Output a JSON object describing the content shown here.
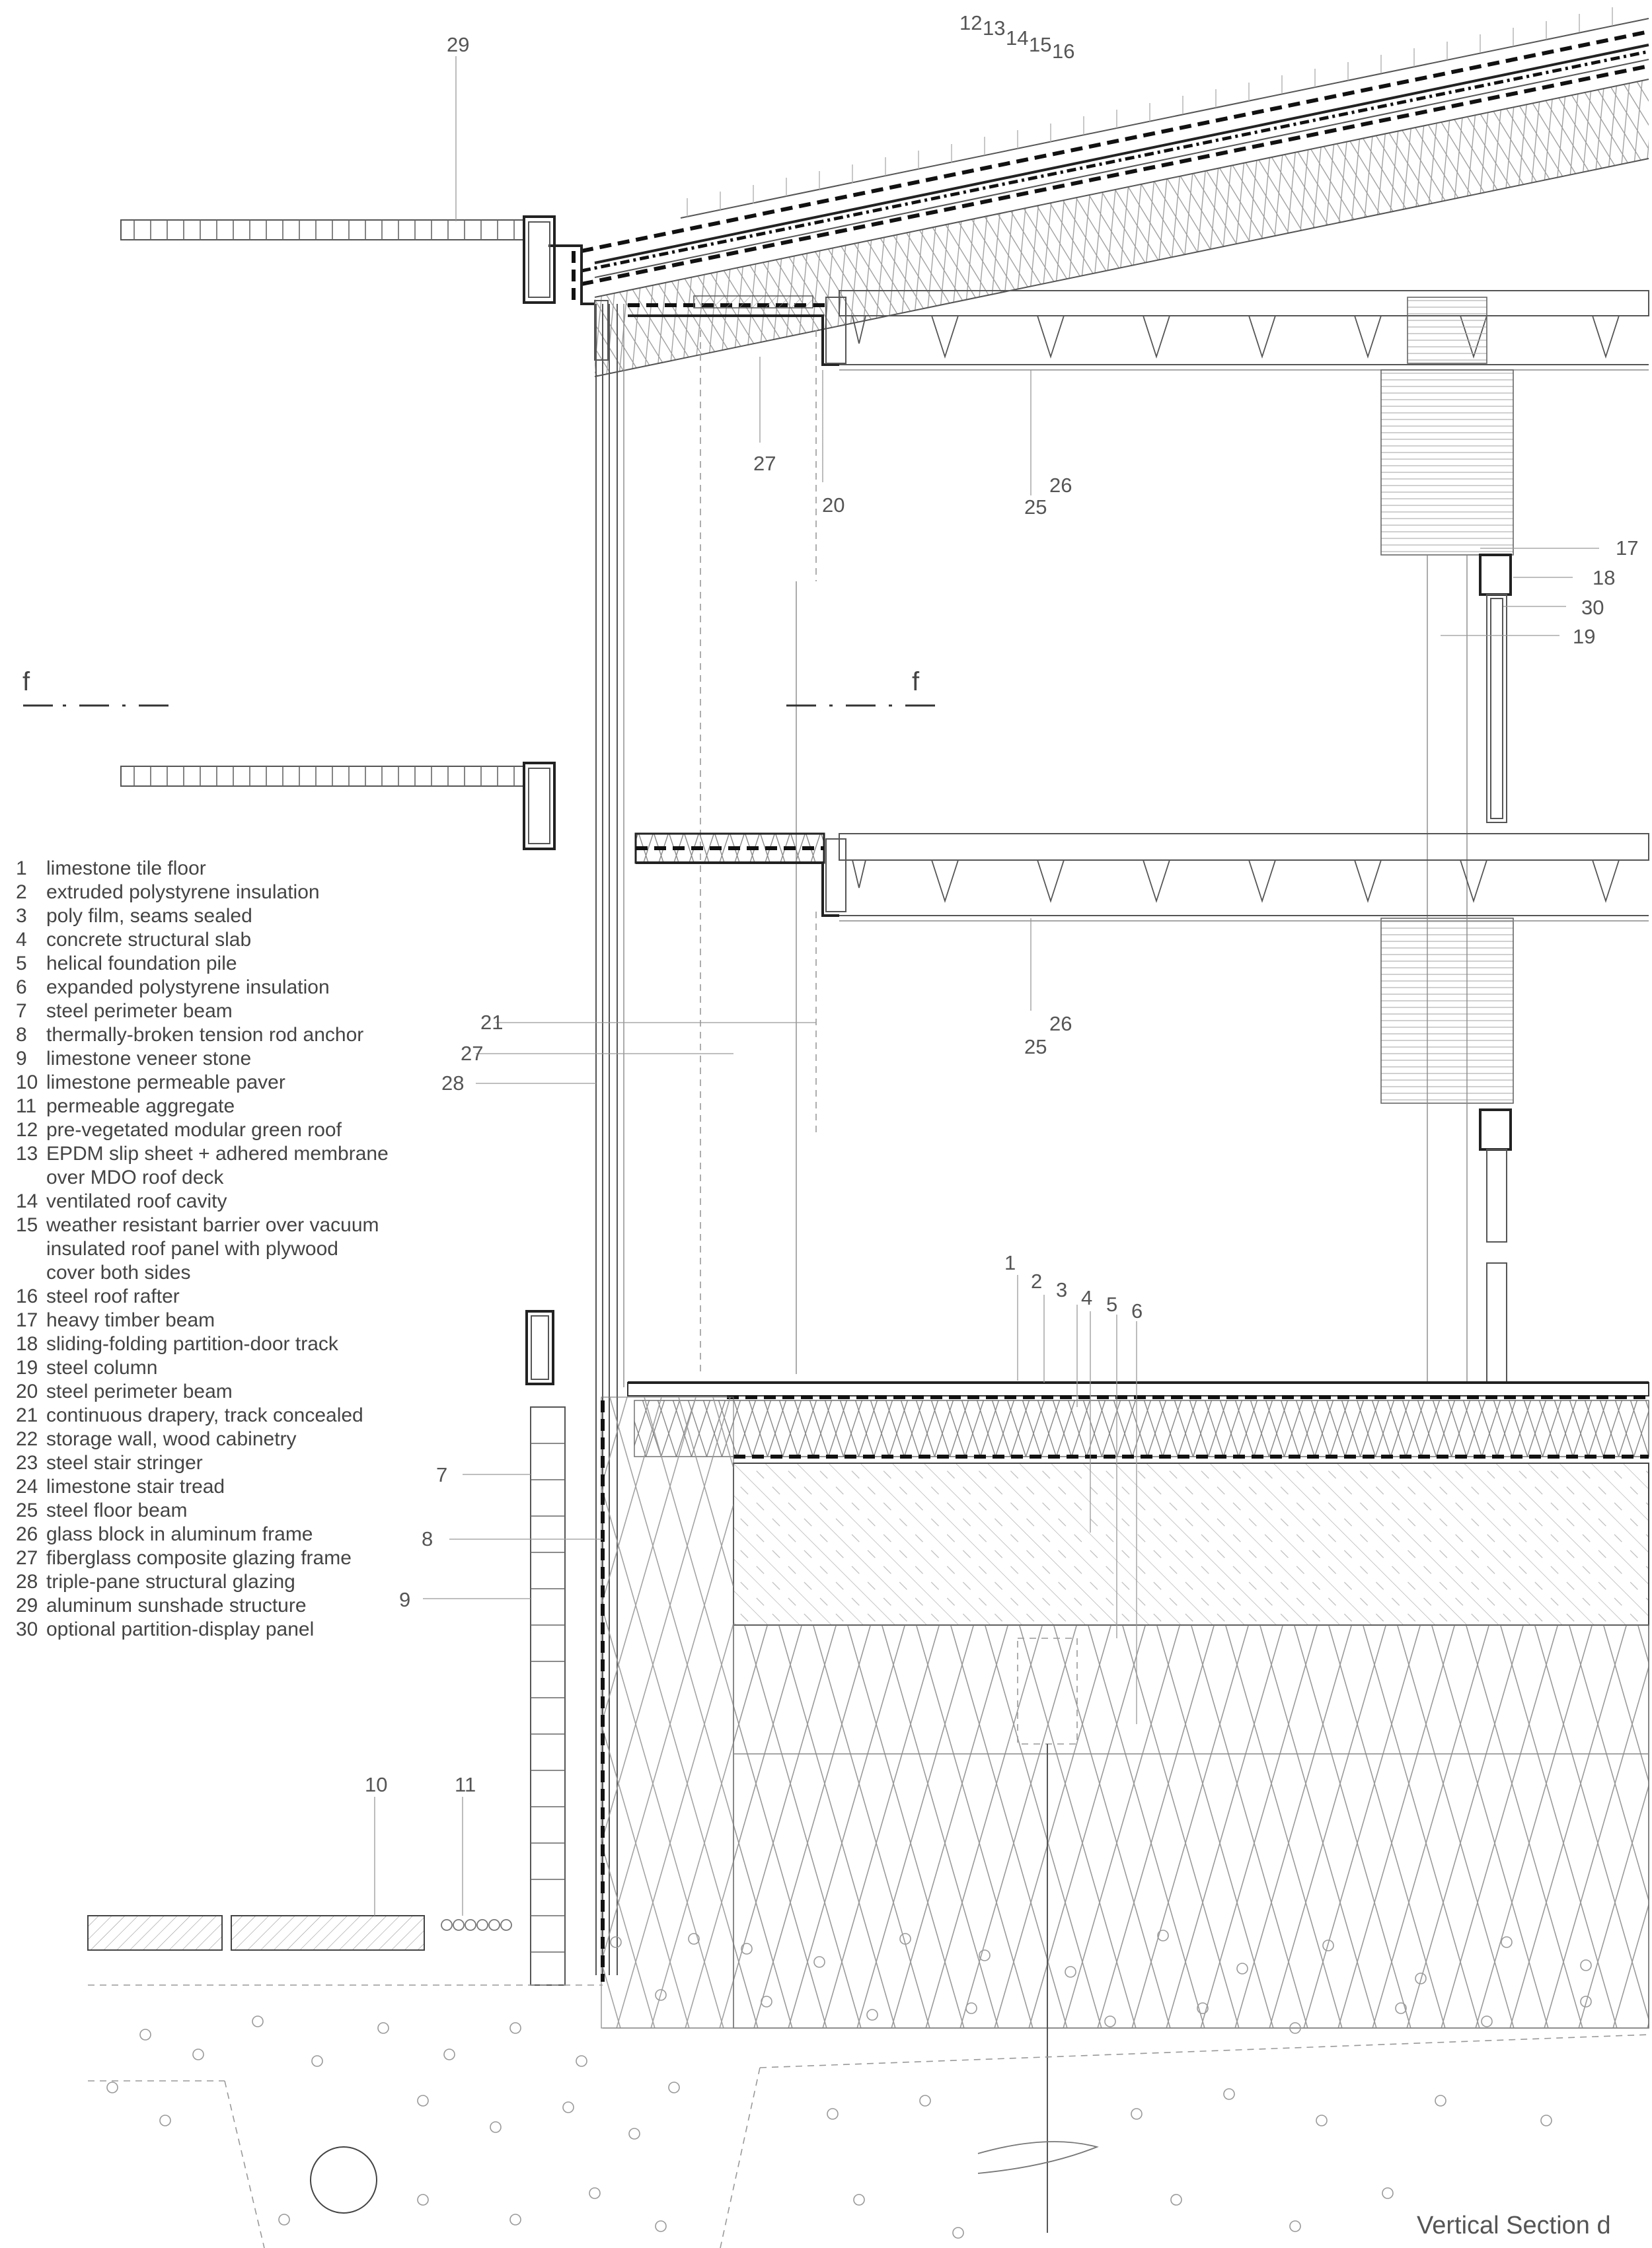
{
  "section_title": "Vertical Section d",
  "section_markers": {
    "left": "f",
    "right": "f"
  },
  "legend": [
    {
      "n": "1",
      "t": "limestone tile floor"
    },
    {
      "n": "2",
      "t": "extruded polystyrene insulation"
    },
    {
      "n": "3",
      "t": "poly film, seams sealed"
    },
    {
      "n": "4",
      "t": "concrete structural slab"
    },
    {
      "n": "5",
      "t": "helical foundation pile"
    },
    {
      "n": "6",
      "t": "expanded polystyrene insulation"
    },
    {
      "n": "7",
      "t": "steel perimeter beam"
    },
    {
      "n": "8",
      "t": "thermally-broken tension rod anchor"
    },
    {
      "n": "9",
      "t": "limestone veneer stone"
    },
    {
      "n": "10",
      "t": "limestone permeable paver"
    },
    {
      "n": "11",
      "t": "permeable aggregate"
    },
    {
      "n": "12",
      "t": "pre-vegetated modular green roof"
    },
    {
      "n": "13",
      "t": "EPDM slip sheet + adhered membrane"
    },
    {
      "n": "",
      "t": "over MDO roof deck"
    },
    {
      "n": "14",
      "t": "ventilated roof cavity"
    },
    {
      "n": "15",
      "t": "weather resistant barrier over vacuum"
    },
    {
      "n": "",
      "t": "insulated roof panel with plywood"
    },
    {
      "n": "",
      "t": "cover both sides"
    },
    {
      "n": "16",
      "t": "steel roof rafter"
    },
    {
      "n": "17",
      "t": "heavy timber beam"
    },
    {
      "n": "18",
      "t": "sliding-folding partition-door track"
    },
    {
      "n": "19",
      "t": "steel column"
    },
    {
      "n": "20",
      "t": "steel perimeter beam"
    },
    {
      "n": "21",
      "t": "continuous drapery, track concealed"
    },
    {
      "n": "22",
      "t": "storage wall, wood cabinetry"
    },
    {
      "n": "23",
      "t": "steel stair stringer"
    },
    {
      "n": "24",
      "t": "limestone stair tread"
    },
    {
      "n": "25",
      "t": "steel floor beam"
    },
    {
      "n": "26",
      "t": "glass block in aluminum frame"
    },
    {
      "n": "27",
      "t": "fiberglass composite glazing frame"
    },
    {
      "n": "28",
      "t": "triple-pane structural glazing"
    },
    {
      "n": "29",
      "t": "aluminum sunshade structure"
    },
    {
      "n": "30",
      "t": "optional partition-display panel"
    }
  ],
  "callouts": {
    "c1": "1",
    "c2": "2",
    "c3": "3",
    "c4": "4",
    "c5": "5",
    "c6": "6",
    "c7": "7",
    "c8": "8",
    "c9": "9",
    "c10": "10",
    "c11": "11",
    "c12": "12",
    "c13": "13",
    "c14": "14",
    "c15": "15",
    "c16": "16",
    "c17": "17",
    "c18": "18",
    "c19": "19",
    "c20": "20",
    "c21": "21",
    "c25a": "25",
    "c25b": "25",
    "c26a": "26",
    "c26b": "26",
    "c27a": "27",
    "c27b": "27",
    "c28": "28",
    "c29": "29",
    "c30": "30"
  }
}
